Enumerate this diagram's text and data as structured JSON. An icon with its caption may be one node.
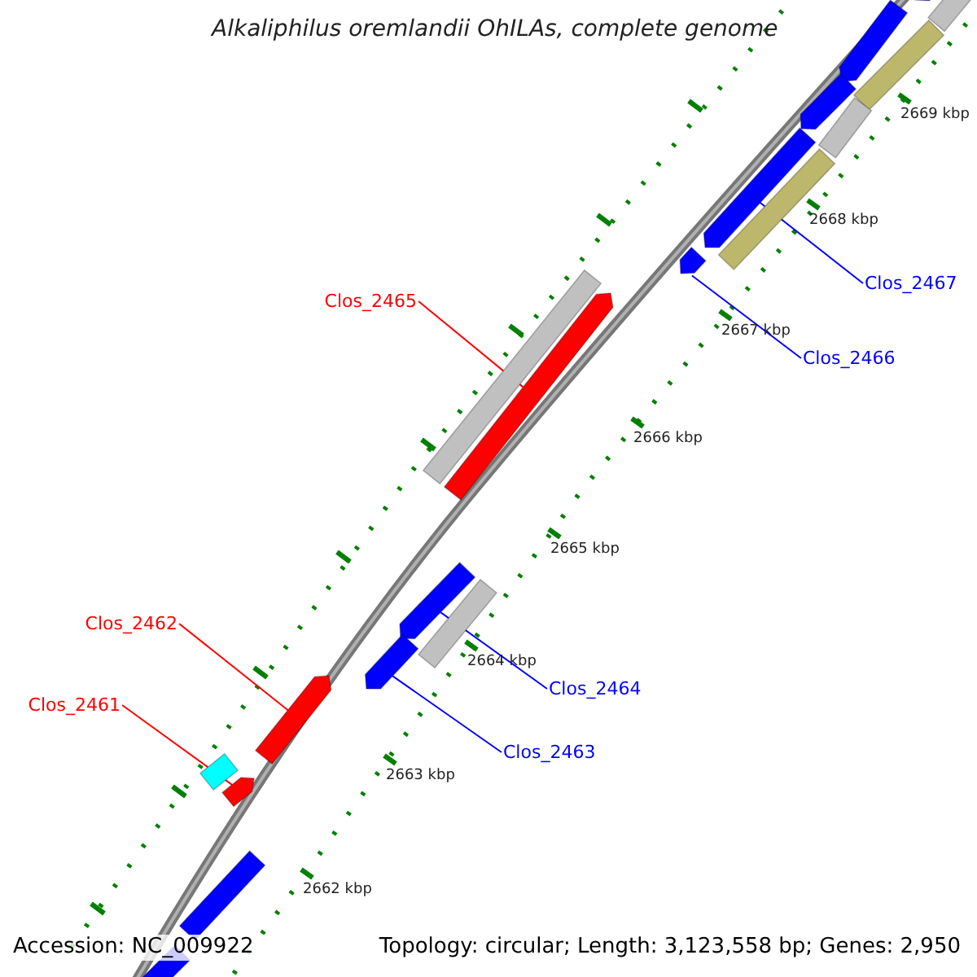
{
  "diagram": {
    "title": "Alkaliphilus oremlandii OhILAs, complete genome",
    "nodes": [
      {
        "text": [
          "Clos_2467"
        ]
      },
      {
        "text": [
          "Clos_2465"
        ]
      },
      {
        "text": [
          "Clos_2466"
        ]
      },
      {
        "text": [
          "Clos_2462"
        ]
      },
      {
        "text": [
          "Clos_2464"
        ]
      },
      {
        "text": [
          "Clos_2461"
        ]
      },
      {
        "text": [
          "Clos_2463"
        ]
      },
      {
        "text": [],
        "shape": "bar"
      },
      {
        "text": [],
        "shape": "bar"
      },
      {
        "text": [],
        "shape": "bar"
      },
      {
        "text": [],
        "shape": "bar"
      },
      {
        "text": [],
        "shape": "bar"
      },
      {
        "text": [],
        "shape": "bar"
      },
      {
        "text": [],
        "shape": "bar"
      },
      {
        "text": [],
        "shape": "bar"
      },
      {
        "text": [],
        "shape": "bar"
      },
      {
        "text": [],
        "shape": "bar"
      },
      {
        "text": [],
        "shape": "bar"
      },
      {
        "text": [],
        "shape": "bar"
      },
      {
        "text": [],
        "shape": "bar"
      },
      {
        "text": [],
        "shape": "bar"
      },
      {
        "text": [],
        "shape": "bar"
      },
      {
        "text": [],
        "shape": "bar"
      },
      {
        "text": [],
        "shape": "bar"
      },
      {
        "text": [],
        "shape": "bar"
      },
      {
        "text": [],
        "shape": "bar"
      }
    ],
    "edges": [
      {
        "from": 0,
        "to": 13,
        "arrow": "none"
      },
      {
        "from": 1,
        "to": 17,
        "arrow": "none",
        "color": "#ff0000"
      },
      {
        "from": 2,
        "to": 15,
        "arrow": "none"
      },
      {
        "from": 3,
        "to": 21,
        "arrow": "none",
        "color": "#ff0000"
      },
      {
        "from": 4,
        "to": 18,
        "arrow": "none"
      },
      {
        "from": 5,
        "to": 23,
        "arrow": "none",
        "color": "#ff0000"
      },
      {
        "from": 6,
        "to": 20,
        "arrow": "none"
      }
    ],
    "labels": [
      "2669 kbp",
      "2668 kbp",
      "2667 kbp",
      "2666 kbp",
      "2665 kbp",
      "2664 kbp",
      "2663 kbp",
      "2662 kbp",
      "Accession: NC_009922",
      "Topology: circular; Length: 3,123,558 bp; Genes: 2,950"
    ]
  }
}
